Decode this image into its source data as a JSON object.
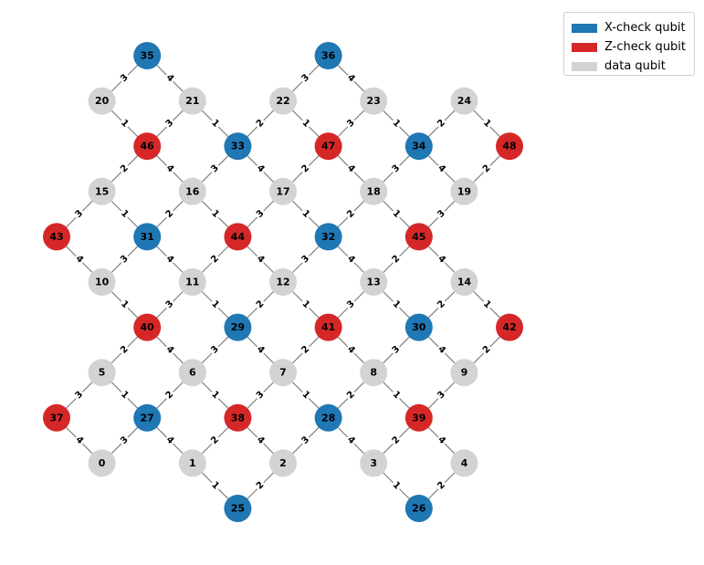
{
  "colors": {
    "x_check": "#1f77b4",
    "z_check": "#d62728",
    "data": "#d3d3d3",
    "edge": "#808080"
  },
  "legend": [
    {
      "label": "X-check qubit",
      "kind": "x_check"
    },
    {
      "label": "Z-check qubit",
      "kind": "z_check"
    },
    {
      "label": "data qubit",
      "kind": "data"
    }
  ],
  "nodes": [
    {
      "id": "0",
      "kind": "data",
      "col": 1,
      "row": 9
    },
    {
      "id": "1",
      "kind": "data",
      "col": 3,
      "row": 9
    },
    {
      "id": "2",
      "kind": "data",
      "col": 5,
      "row": 9
    },
    {
      "id": "3",
      "kind": "data",
      "col": 7,
      "row": 9
    },
    {
      "id": "4",
      "kind": "data",
      "col": 9,
      "row": 9
    },
    {
      "id": "5",
      "kind": "data",
      "col": 1,
      "row": 7
    },
    {
      "id": "6",
      "kind": "data",
      "col": 3,
      "row": 7
    },
    {
      "id": "7",
      "kind": "data",
      "col": 5,
      "row": 7
    },
    {
      "id": "8",
      "kind": "data",
      "col": 7,
      "row": 7
    },
    {
      "id": "9",
      "kind": "data",
      "col": 9,
      "row": 7
    },
    {
      "id": "10",
      "kind": "data",
      "col": 1,
      "row": 5
    },
    {
      "id": "11",
      "kind": "data",
      "col": 3,
      "row": 5
    },
    {
      "id": "12",
      "kind": "data",
      "col": 5,
      "row": 5
    },
    {
      "id": "13",
      "kind": "data",
      "col": 7,
      "row": 5
    },
    {
      "id": "14",
      "kind": "data",
      "col": 9,
      "row": 5
    },
    {
      "id": "15",
      "kind": "data",
      "col": 1,
      "row": 3
    },
    {
      "id": "16",
      "kind": "data",
      "col": 3,
      "row": 3
    },
    {
      "id": "17",
      "kind": "data",
      "col": 5,
      "row": 3
    },
    {
      "id": "18",
      "kind": "data",
      "col": 7,
      "row": 3
    },
    {
      "id": "19",
      "kind": "data",
      "col": 9,
      "row": 3
    },
    {
      "id": "20",
      "kind": "data",
      "col": 1,
      "row": 1
    },
    {
      "id": "21",
      "kind": "data",
      "col": 3,
      "row": 1
    },
    {
      "id": "22",
      "kind": "data",
      "col": 5,
      "row": 1
    },
    {
      "id": "23",
      "kind": "data",
      "col": 7,
      "row": 1
    },
    {
      "id": "24",
      "kind": "data",
      "col": 9,
      "row": 1
    },
    {
      "id": "25",
      "kind": "x_check",
      "col": 4,
      "row": 10
    },
    {
      "id": "26",
      "kind": "x_check",
      "col": 8,
      "row": 10
    },
    {
      "id": "27",
      "kind": "x_check",
      "col": 2,
      "row": 8
    },
    {
      "id": "28",
      "kind": "x_check",
      "col": 6,
      "row": 8
    },
    {
      "id": "29",
      "kind": "x_check",
      "col": 4,
      "row": 6
    },
    {
      "id": "30",
      "kind": "x_check",
      "col": 8,
      "row": 6
    },
    {
      "id": "31",
      "kind": "x_check",
      "col": 2,
      "row": 4
    },
    {
      "id": "32",
      "kind": "x_check",
      "col": 6,
      "row": 4
    },
    {
      "id": "33",
      "kind": "x_check",
      "col": 4,
      "row": 2
    },
    {
      "id": "34",
      "kind": "x_check",
      "col": 8,
      "row": 2
    },
    {
      "id": "35",
      "kind": "x_check",
      "col": 2,
      "row": 0
    },
    {
      "id": "36",
      "kind": "x_check",
      "col": 6,
      "row": 0
    },
    {
      "id": "37",
      "kind": "z_check",
      "col": 0,
      "row": 8
    },
    {
      "id": "38",
      "kind": "z_check",
      "col": 4,
      "row": 8
    },
    {
      "id": "39",
      "kind": "z_check",
      "col": 8,
      "row": 8
    },
    {
      "id": "40",
      "kind": "z_check",
      "col": 2,
      "row": 6
    },
    {
      "id": "41",
      "kind": "z_check",
      "col": 6,
      "row": 6
    },
    {
      "id": "42",
      "kind": "z_check",
      "col": 10,
      "row": 6
    },
    {
      "id": "43",
      "kind": "z_check",
      "col": 0,
      "row": 4
    },
    {
      "id": "44",
      "kind": "z_check",
      "col": 4,
      "row": 4
    },
    {
      "id": "45",
      "kind": "z_check",
      "col": 8,
      "row": 4
    },
    {
      "id": "46",
      "kind": "z_check",
      "col": 2,
      "row": 2
    },
    {
      "id": "47",
      "kind": "z_check",
      "col": 6,
      "row": 2
    },
    {
      "id": "48",
      "kind": "z_check",
      "col": 10,
      "row": 2
    }
  ],
  "edges": [
    [
      "25",
      "1",
      "1"
    ],
    [
      "25",
      "2",
      "2"
    ],
    [
      "26",
      "3",
      "1"
    ],
    [
      "26",
      "4",
      "2"
    ],
    [
      "27",
      "5",
      "1"
    ],
    [
      "27",
      "6",
      "2"
    ],
    [
      "27",
      "0",
      "3"
    ],
    [
      "27",
      "1",
      "4"
    ],
    [
      "28",
      "7",
      "1"
    ],
    [
      "28",
      "8",
      "2"
    ],
    [
      "28",
      "2",
      "3"
    ],
    [
      "28",
      "3",
      "4"
    ],
    [
      "29",
      "11",
      "1"
    ],
    [
      "29",
      "12",
      "2"
    ],
    [
      "29",
      "6",
      "3"
    ],
    [
      "29",
      "7",
      "4"
    ],
    [
      "30",
      "13",
      "1"
    ],
    [
      "30",
      "14",
      "2"
    ],
    [
      "30",
      "8",
      "3"
    ],
    [
      "30",
      "9",
      "4"
    ],
    [
      "31",
      "15",
      "1"
    ],
    [
      "31",
      "16",
      "2"
    ],
    [
      "31",
      "10",
      "3"
    ],
    [
      "31",
      "11",
      "4"
    ],
    [
      "32",
      "17",
      "1"
    ],
    [
      "32",
      "18",
      "2"
    ],
    [
      "32",
      "12",
      "3"
    ],
    [
      "32",
      "13",
      "4"
    ],
    [
      "33",
      "21",
      "1"
    ],
    [
      "33",
      "22",
      "2"
    ],
    [
      "33",
      "16",
      "3"
    ],
    [
      "33",
      "17",
      "4"
    ],
    [
      "34",
      "23",
      "1"
    ],
    [
      "34",
      "24",
      "2"
    ],
    [
      "34",
      "18",
      "3"
    ],
    [
      "34",
      "19",
      "4"
    ],
    [
      "35",
      "20",
      "3"
    ],
    [
      "35",
      "21",
      "4"
    ],
    [
      "36",
      "22",
      "3"
    ],
    [
      "36",
      "23",
      "4"
    ],
    [
      "37",
      "5",
      "3"
    ],
    [
      "37",
      "0",
      "4"
    ],
    [
      "38",
      "6",
      "1"
    ],
    [
      "38",
      "1",
      "2"
    ],
    [
      "38",
      "7",
      "3"
    ],
    [
      "38",
      "2",
      "4"
    ],
    [
      "39",
      "8",
      "1"
    ],
    [
      "39",
      "3",
      "2"
    ],
    [
      "39",
      "9",
      "3"
    ],
    [
      "39",
      "4",
      "4"
    ],
    [
      "40",
      "10",
      "1"
    ],
    [
      "40",
      "5",
      "2"
    ],
    [
      "40",
      "11",
      "3"
    ],
    [
      "40",
      "6",
      "4"
    ],
    [
      "41",
      "12",
      "1"
    ],
    [
      "41",
      "7",
      "2"
    ],
    [
      "41",
      "13",
      "3"
    ],
    [
      "41",
      "8",
      "4"
    ],
    [
      "42",
      "14",
      "1"
    ],
    [
      "42",
      "9",
      "2"
    ],
    [
      "43",
      "15",
      "3"
    ],
    [
      "43",
      "10",
      "4"
    ],
    [
      "44",
      "16",
      "1"
    ],
    [
      "44",
      "11",
      "2"
    ],
    [
      "44",
      "17",
      "3"
    ],
    [
      "44",
      "12",
      "4"
    ],
    [
      "45",
      "18",
      "1"
    ],
    [
      "45",
      "13",
      "2"
    ],
    [
      "45",
      "19",
      "3"
    ],
    [
      "45",
      "14",
      "4"
    ],
    [
      "46",
      "20",
      "1"
    ],
    [
      "46",
      "15",
      "2"
    ],
    [
      "46",
      "21",
      "3"
    ],
    [
      "46",
      "16",
      "4"
    ],
    [
      "47",
      "22",
      "1"
    ],
    [
      "47",
      "17",
      "2"
    ],
    [
      "47",
      "23",
      "3"
    ],
    [
      "47",
      "18",
      "4"
    ],
    [
      "48",
      "24",
      "1"
    ],
    [
      "48",
      "19",
      "2"
    ]
  ]
}
